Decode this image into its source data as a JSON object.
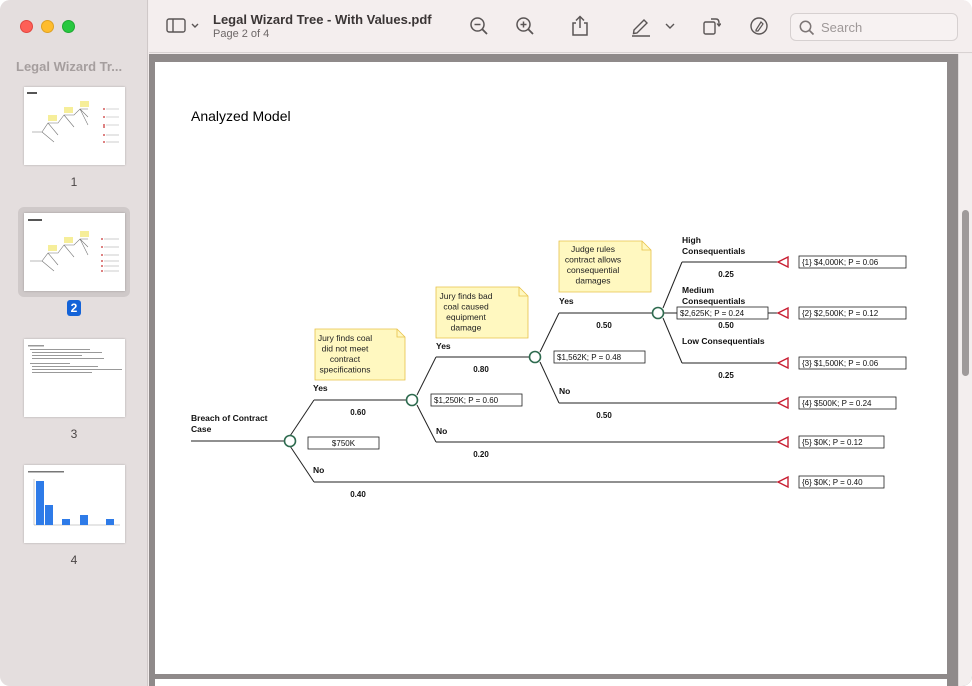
{
  "window": {
    "doc_title": "Legal Wizard Tree - With Values.pdf",
    "page_info": "Page 2 of 4"
  },
  "sidebar": {
    "title": "Legal Wizard Tr...",
    "thumbnails": [
      {
        "label": "1"
      },
      {
        "label": "2",
        "selected": true
      },
      {
        "label": "3"
      },
      {
        "label": "4"
      }
    ]
  },
  "search": {
    "placeholder": "Search",
    "value": ""
  },
  "colors": {
    "chance_node": "#2e6b4f",
    "terminal_node": "#c81e32",
    "note_fill": "#fff8c0",
    "note_border": "#e7c24a",
    "selection": "#1463d8"
  },
  "page": {
    "title": "Analyzed Model",
    "tree": {
      "root_label": [
        "Breach of Contract",
        "Case"
      ],
      "root_value": "$750K",
      "branches": {
        "b1_yes": {
          "label": "Yes",
          "prob": "0.60"
        },
        "b1_no": {
          "label": "No",
          "prob": "0.40"
        },
        "b2_yes": {
          "label": "Yes",
          "prob": "0.80"
        },
        "b2_no": {
          "label": "No",
          "prob": "0.20"
        },
        "b3_yes": {
          "label": "Yes",
          "prob": "0.50"
        },
        "b3_no": {
          "label": "No",
          "prob": "0.50"
        },
        "b4_high": {
          "label": [
            "High",
            "Consequentials"
          ],
          "prob": "0.25"
        },
        "b4_med": {
          "label": [
            "Medium",
            "Consequentials"
          ],
          "prob": "0.50"
        },
        "b4_low": {
          "label": [
            "Low Consequentials"
          ],
          "prob": "0.25"
        }
      },
      "node_values": {
        "n2": "$1,250K; P = 0.60",
        "n3": "$1,562K; P = 0.48",
        "n4": "$2,625K; P = 0.24"
      },
      "notes": {
        "note1": [
          "Jury finds coal",
          "did not meet",
          "contract",
          "specifications"
        ],
        "note2": [
          "Jury finds bad",
          "coal caused",
          "equipment",
          "damage"
        ],
        "note3": [
          "Judge rules",
          "contract allows",
          "consequential",
          "damages"
        ]
      },
      "terminals": [
        "{1} $4,000K; P = 0.06",
        "{2} $2,500K; P = 0.12",
        "{3} $1,500K; P = 0.06",
        "{4} $500K; P = 0.24",
        "{5} $0K; P = 0.12",
        "{6} $0K; P = 0.40"
      ]
    }
  }
}
